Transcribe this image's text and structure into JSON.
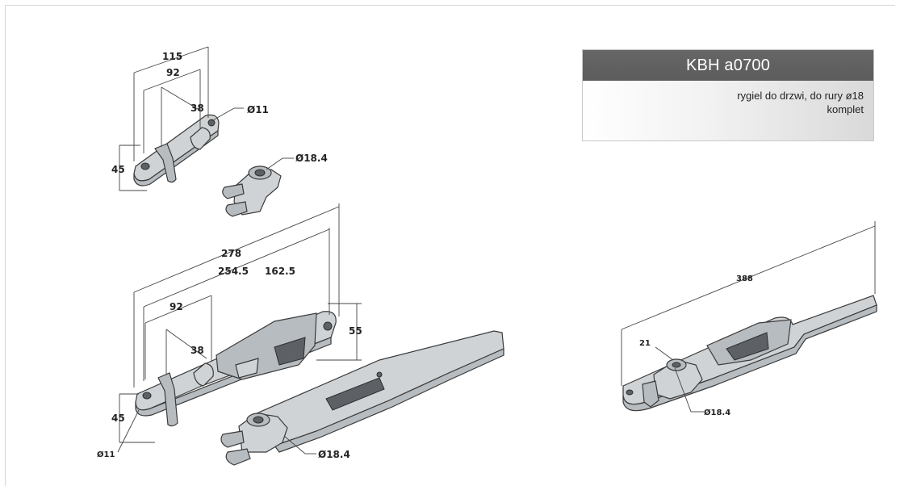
{
  "product": {
    "code": "KBH a0700",
    "description_line1": "rygiel do drzwi, do rury ø18",
    "description_line2": "komplet"
  },
  "dimensions": {
    "top_width_outer": "115",
    "top_width_inner": "92",
    "top_offset": "38",
    "top_hole": "Ø11",
    "top_height": "45",
    "top_tube": "Ø18.4",
    "bottom_total": "278",
    "bottom_mid": "254.5",
    "bottom_slot": "162.5",
    "bottom_height_right": "55",
    "bottom_width_inner": "92",
    "bottom_offset": "38",
    "bottom_height": "45",
    "bottom_hole": "Ø11",
    "bottom_tube": "Ø18.4",
    "right_total": "388",
    "right_offset": "21",
    "right_tube": "Ø18.4"
  }
}
